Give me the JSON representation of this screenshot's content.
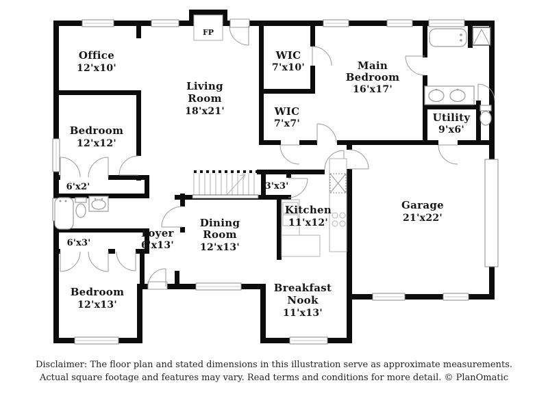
{
  "plan": {
    "wall_color": "#0c0c0c",
    "background": "#ffffff",
    "fireplace_label": "FP",
    "rooms": {
      "office": {
        "lines": [
          "Office"
        ],
        "dims": "12'x10'"
      },
      "living_room": {
        "lines": [
          "Living",
          "Room"
        ],
        "dims": "18'x21'"
      },
      "wic_large": {
        "lines": [
          "WIC"
        ],
        "dims": "7'x10'"
      },
      "wic_small": {
        "lines": [
          "WIC"
        ],
        "dims": "7'x7'"
      },
      "main_bedroom": {
        "lines": [
          "Main",
          "Bedroom"
        ],
        "dims": "16'x17'"
      },
      "utility": {
        "lines": [
          "Utility"
        ],
        "dims": "9'x6'"
      },
      "bedroom_left": {
        "lines": [
          "Bedroom"
        ],
        "dims": "12'x12'"
      },
      "bedroom_bottom": {
        "lines": [
          "Bedroom"
        ],
        "dims": "12'x13'"
      },
      "foyer": {
        "lines": [
          "Foyer"
        ],
        "dims": "6'x13'"
      },
      "dining_room": {
        "lines": [
          "Dining",
          "Room"
        ],
        "dims": "12'x13'"
      },
      "kitchen": {
        "lines": [
          "Kitchen"
        ],
        "dims": "11'x12'"
      },
      "breakfast_nook": {
        "lines": [
          "Breakfast",
          "Nook"
        ],
        "dims": "11'x13'"
      },
      "garage": {
        "lines": [
          "Garage"
        ],
        "dims": "21'x22'"
      }
    },
    "closets": {
      "hall_closet_1": "6'x2'",
      "hall_closet_2": "6'x3'",
      "pantry_closet": "3'x3'"
    },
    "fixtures": [
      "fireplace",
      "stairs",
      "bathtub",
      "shower",
      "double-vanity",
      "toilet",
      "sink",
      "kitchen-sink",
      "dishwasher",
      "stove",
      "refrigerator",
      "kitchen-counter",
      "garage-door",
      "front-door",
      "back-door",
      "windows"
    ]
  },
  "disclaimer": {
    "line1": "Disclaimer: The floor plan and stated dimensions in this illustration serve as approximate measurements.",
    "line2": "Actual square footage and features may vary. Read terms and conditions for more detail. © PlanOmatic"
  }
}
